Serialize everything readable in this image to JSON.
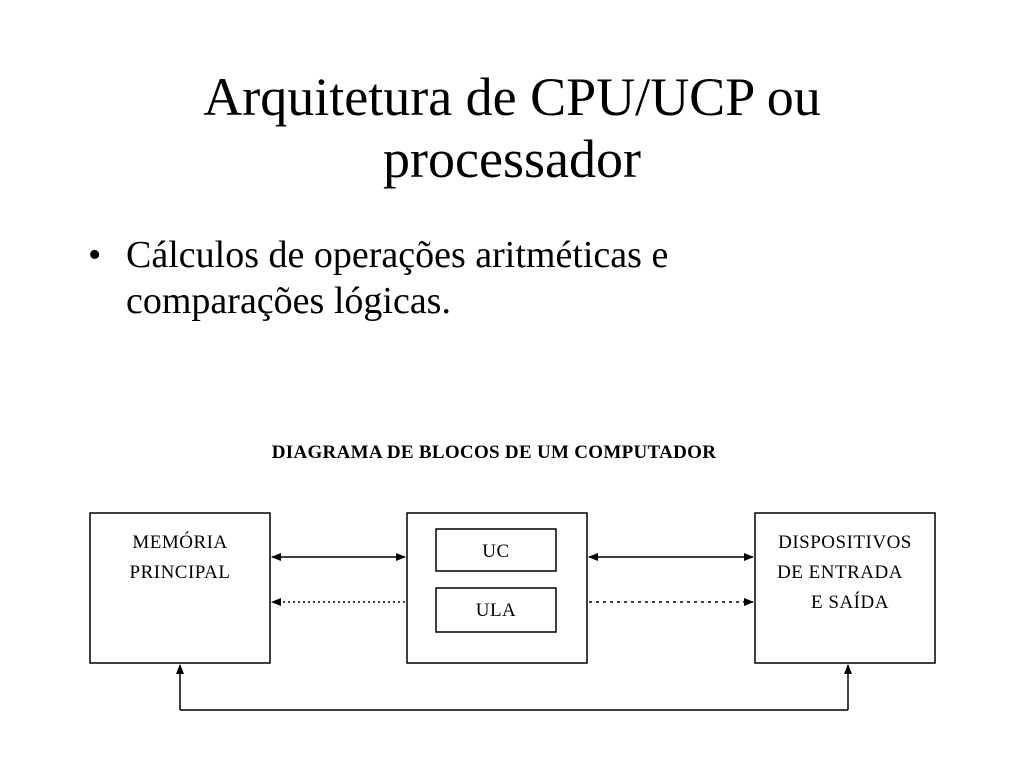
{
  "slide": {
    "title_line1": "Arquitetura de CPU/UCP ou",
    "title_line2": "processador",
    "bullet_symbol": "•",
    "bullet_line1": "Cálculos de operações aritméticas e",
    "bullet_line2": "comparações lógicas."
  },
  "diagram": {
    "title": "DIAGRAMA DE BLOCOS DE UM COMPUTADOR",
    "memory": {
      "line1": "MEMÓRIA",
      "line2": "PRINCIPAL"
    },
    "cpu": {
      "uc_label": "UC",
      "ula_label": "ULA"
    },
    "io": {
      "line1": "DISPOSITIVOS",
      "line2": "DE ENTRADA",
      "line3": "E SAÍDA"
    }
  },
  "colors": {
    "background": "#ffffff",
    "ink": "#000000"
  }
}
